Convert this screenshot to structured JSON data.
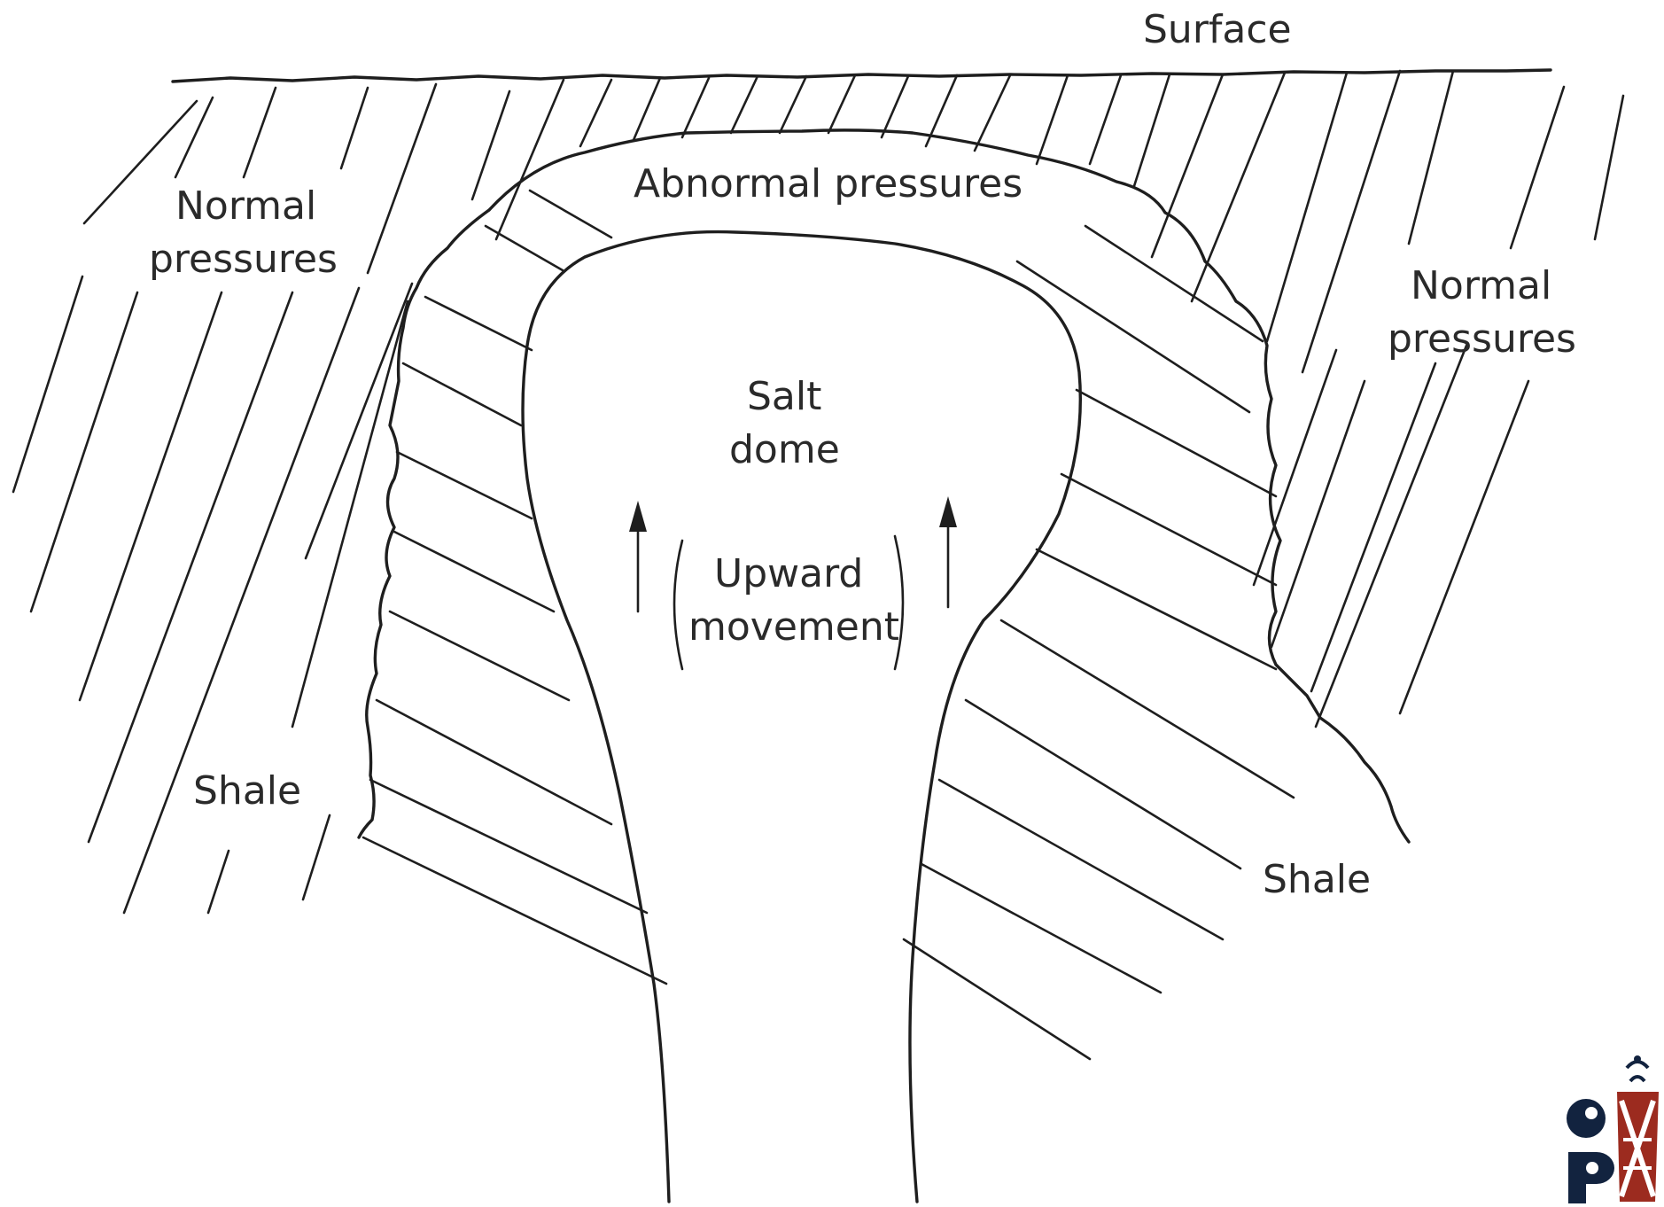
{
  "diagram": {
    "labels": {
      "surface": "Surface",
      "abnormal_pressures": "Abnormal pressures",
      "normal_pressures_left_line1": "Normal",
      "normal_pressures_left_line2": "pressures",
      "normal_pressures_right_line1": "Normal",
      "normal_pressures_right_line2": "pressures",
      "salt_dome_line1": "Salt",
      "salt_dome_line2": "dome",
      "upward_movement_line1": "Upward",
      "upward_movement_line2": "movement",
      "shale_left": "Shale",
      "shale_right": "Shale"
    },
    "arrows": [
      "up",
      "up"
    ],
    "logo": {
      "name": "opx-logo",
      "colors": {
        "dark": "#12233f",
        "accent": "#9c2b1f"
      }
    }
  }
}
